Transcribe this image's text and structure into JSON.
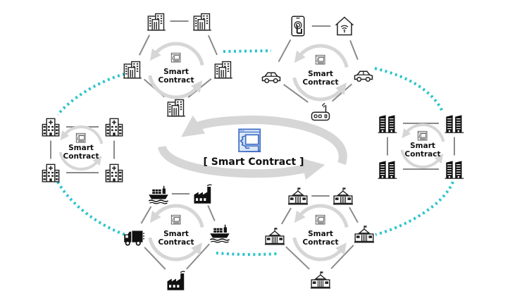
{
  "diagram": {
    "title": "Smart Contract network of consortium clusters",
    "center": {
      "label": "[ Smart Contract ]",
      "icon": "smart-contract-gear-window-icon",
      "icon_color": "#3f6fc6"
    },
    "node_label_line1": "Smart",
    "node_label_line2": "Contract",
    "connector_color": "#2bc4cc",
    "ring_arrow_color": "#d6d6d6",
    "link_color": "#8a8a8a",
    "clusters": [
      {
        "id": "offices",
        "shape": "pentagon",
        "member_icon": "office-building-icon",
        "members": 5
      },
      {
        "id": "iot",
        "shape": "pentagon",
        "member_icons": [
          "smartphone-touch-icon",
          "smart-home-icon",
          "connected-car-icon",
          "wifi-router-icon",
          "electric-car-icon"
        ]
      },
      {
        "id": "hospitals",
        "shape": "square",
        "member_icon": "hospital-icon",
        "members": 4
      },
      {
        "id": "data-centers",
        "shape": "square",
        "member_icon": "server-tower-icon",
        "members": 4
      },
      {
        "id": "logistics",
        "shape": "pentagon",
        "member_icons": [
          "cargo-ship-icon",
          "factory-icon",
          "cargo-ship-icon",
          "factory-icon",
          "delivery-truck-icon"
        ]
      },
      {
        "id": "government",
        "shape": "pentagon",
        "member_icon": "government-building-icon",
        "members": 5
      }
    ]
  }
}
